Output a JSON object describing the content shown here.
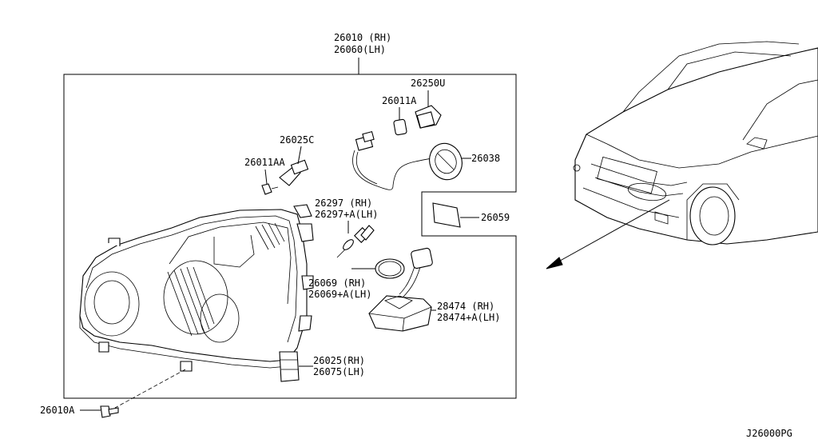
{
  "diagram": {
    "reference_code": "J26000PG",
    "parts": [
      {
        "id": "headlamp-assembly",
        "lines": [
          "26010 (RH)",
          "26060(LH)"
        ]
      },
      {
        "id": "bulb-harness",
        "lines": [
          "26250U"
        ]
      },
      {
        "id": "bulb-small",
        "lines": [
          "26011A"
        ]
      },
      {
        "id": "socket",
        "lines": [
          "26025C"
        ]
      },
      {
        "id": "bulb-wedge",
        "lines": [
          "26011AA"
        ]
      },
      {
        "id": "cap",
        "lines": [
          "26038"
        ]
      },
      {
        "id": "xenon-bulb",
        "lines": [
          "26297   (RH)",
          "26297+A(LH)"
        ]
      },
      {
        "id": "label-plate",
        "lines": [
          "26059"
        ]
      },
      {
        "id": "o-ring",
        "lines": [
          "26069   (RH)",
          "26069+A(LH)"
        ]
      },
      {
        "id": "ballast",
        "lines": [
          "28474   (RH)",
          "28474+A(LH)"
        ]
      },
      {
        "id": "housing",
        "lines": [
          "26025(RH)",
          "26075(LH)"
        ]
      },
      {
        "id": "screw",
        "lines": [
          "26010A"
        ]
      }
    ]
  }
}
